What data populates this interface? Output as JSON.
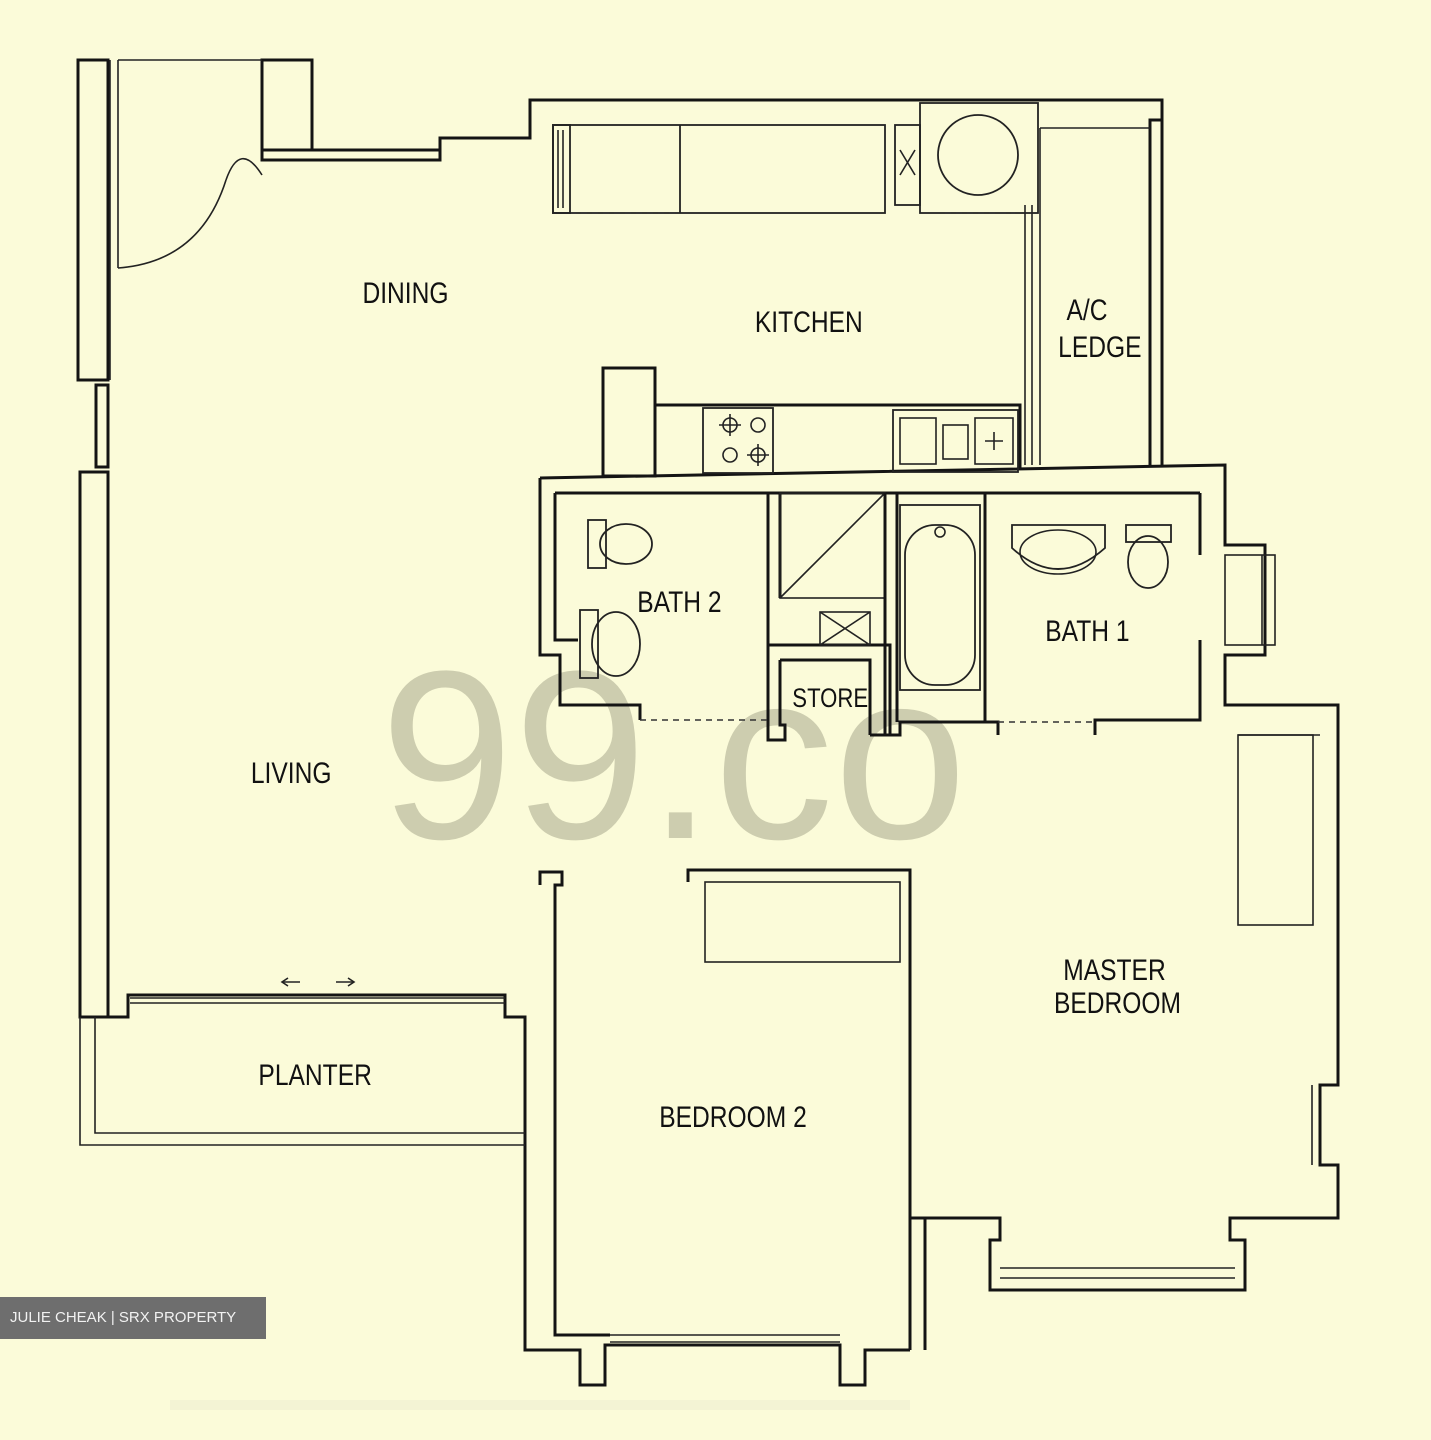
{
  "rooms": {
    "dining": "DINING",
    "kitchen": "KITCHEN",
    "ac_ledge_line1": "A/C",
    "ac_ledge_line2": "LEDGE",
    "bath2": "BATH 2",
    "bath1": "BATH 1",
    "store": "STORE",
    "living": "LIVING",
    "master_line1": "MASTER",
    "master_line2": "BEDROOM",
    "planter": "PLANTER",
    "bedroom2": "BEDROOM 2"
  },
  "watermark": "99.co",
  "agent_badge": "JULIE CHEAK | SRX PROPERTY",
  "colors": {
    "background": "#fbfbd9",
    "lines": "#141414",
    "watermark": "#c6c6a8",
    "badge": "#6e6e6e"
  }
}
